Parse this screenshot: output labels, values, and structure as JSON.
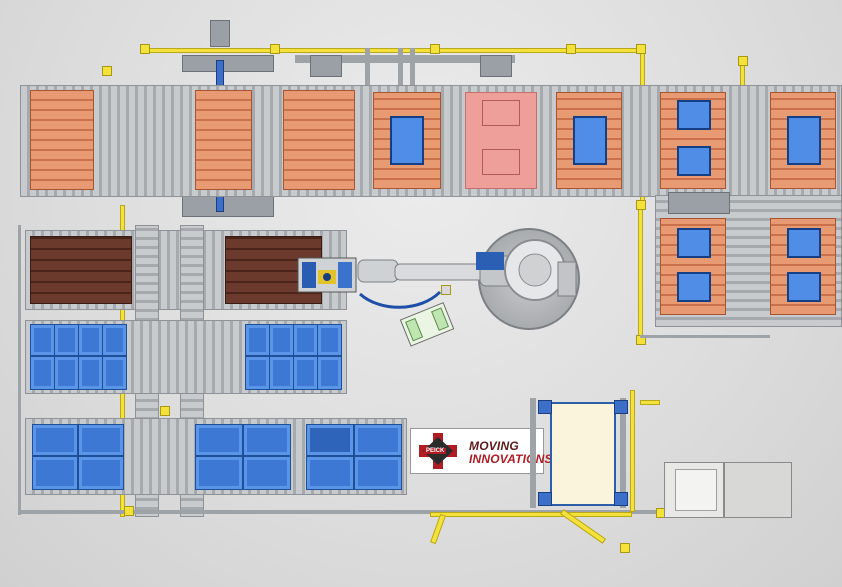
{
  "logo": {
    "brand_name": "PEICK",
    "tagline_line1": "MOVING",
    "tagline_line2": "INNOVATIONS"
  },
  "colors": {
    "pallet_orange": "#e3895e",
    "pallet_dark": "#5a2e22",
    "tote_blue": "#3d78d4",
    "guard_yellow": "#f4e23a",
    "conveyor_gray": "#b9bcbf",
    "logo_red": "#b01c24"
  },
  "icons": [
    "robot-arm-icon",
    "gripper-icon",
    "stretch-wrapper-icon",
    "control-cabinet-icon"
  ]
}
